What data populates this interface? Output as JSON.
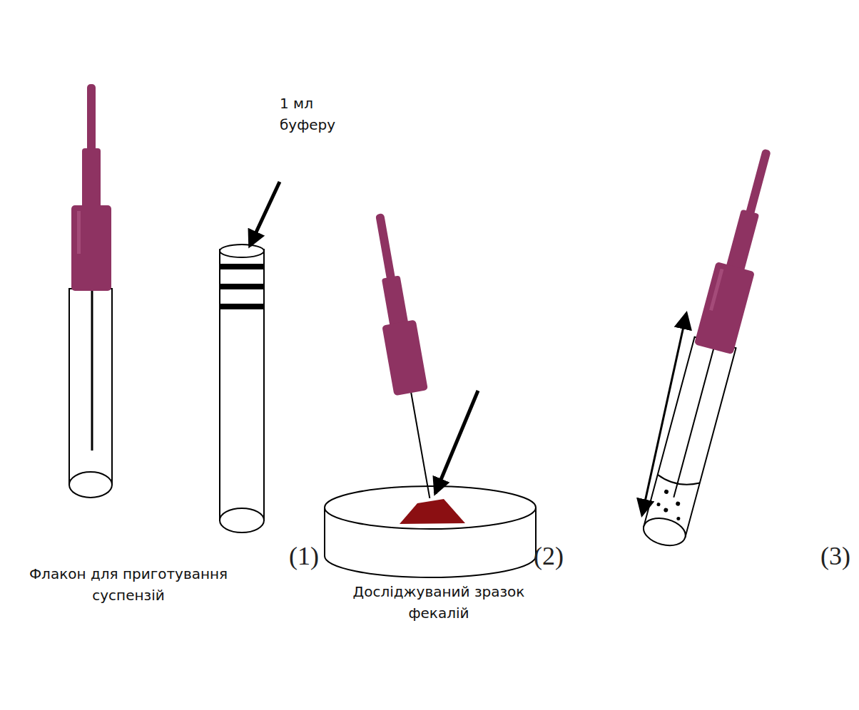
{
  "diagram": {
    "labels": [
      "1 мл буферу",
      "Флакон для приготування суспензій",
      "Досліджуваний зразок фекалій",
      "(1)",
      "(2)",
      "(3)"
    ]
  }
}
